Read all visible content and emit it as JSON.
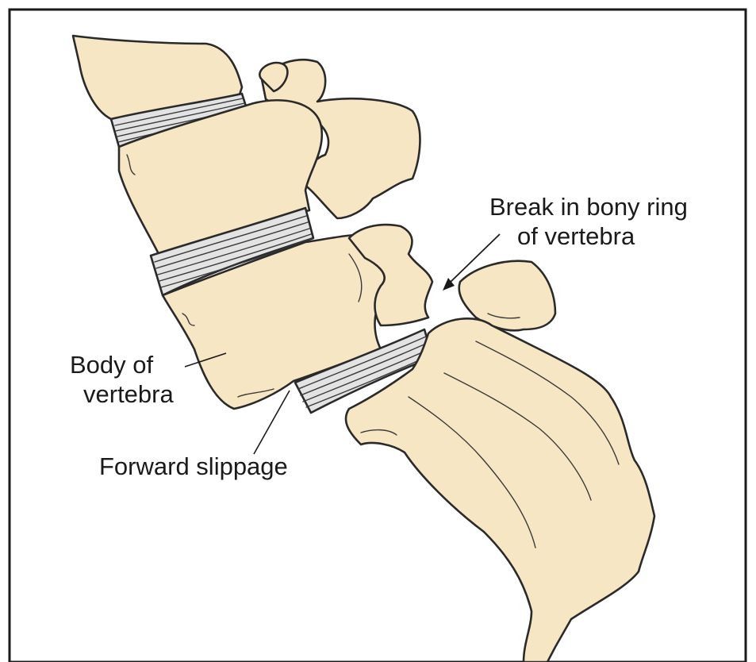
{
  "labels": {
    "break_line1": "Break in bony ring",
    "break_line2": "of vertebra",
    "body_line1": "Body of",
    "body_line2": "vertebra",
    "slippage": "Forward slippage"
  },
  "colors": {
    "bone": "#f7e6c4",
    "bone_shadow": "#ecd3a8",
    "disc": "#e3e3e3",
    "outline": "#2a2a2a",
    "border": "#1a1a1a"
  }
}
